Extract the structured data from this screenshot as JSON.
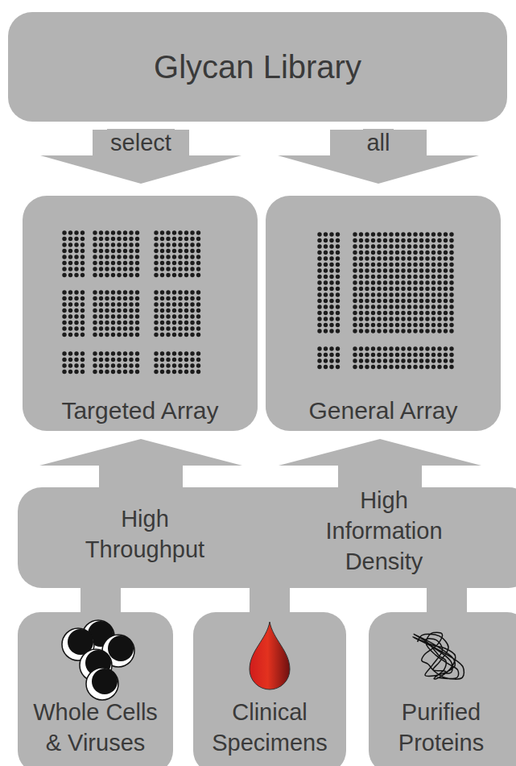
{
  "diagram": {
    "nodes": [
      {
        "text": [
          "Glycan Library"
        ]
      },
      {
        "text": [
          "Targeted Array"
        ]
      },
      {
        "text": [
          "General Array"
        ]
      },
      {
        "text": [
          "High Throughput",
          "High Information Density"
        ]
      },
      {
        "text": [
          "Whole Cells & Viruses"
        ]
      },
      {
        "text": [
          "Clinical Specimens"
        ]
      },
      {
        "text": [
          "Purified Proteins"
        ]
      }
    ],
    "edges": [
      {
        "from": 0,
        "to": 1,
        "label": "select",
        "arrow": "to"
      },
      {
        "from": 0,
        "to": 2,
        "label": "all",
        "arrow": "to"
      },
      {
        "from": 3,
        "to": 1,
        "arrow": "to"
      },
      {
        "from": 3,
        "to": 2,
        "arrow": "to"
      },
      {
        "from": 4,
        "to": 3,
        "arrow": "none"
      },
      {
        "from": 5,
        "to": 3,
        "arrow": "none"
      },
      {
        "from": 6,
        "to": 3,
        "arrow": "none"
      }
    ]
  }
}
